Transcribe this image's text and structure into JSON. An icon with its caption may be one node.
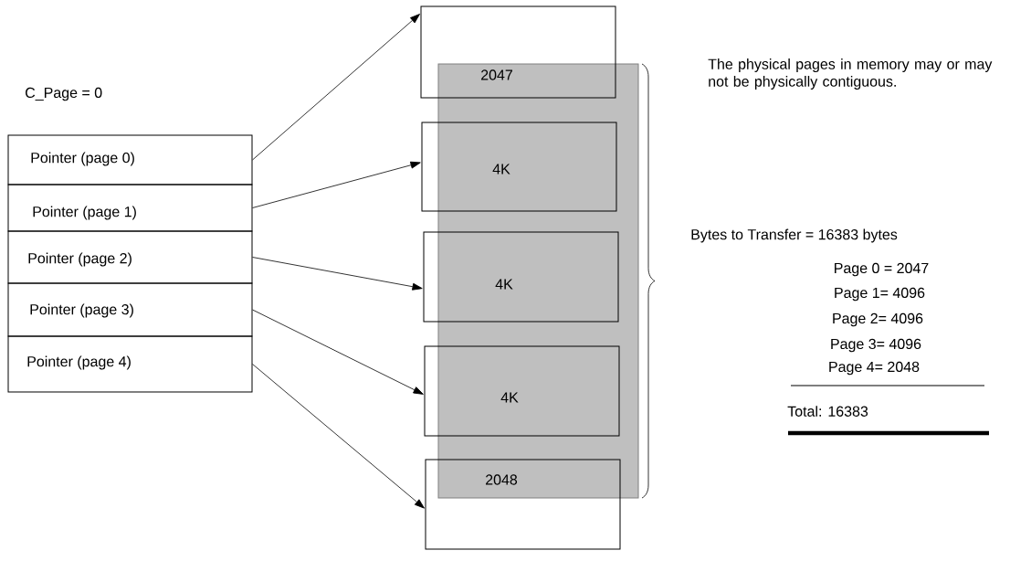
{
  "diagram": {
    "nodes": [
      {
        "text": [
          "Pointer (page 0)"
        ]
      },
      {
        "text": [
          "Pointer (page 1)"
        ]
      },
      {
        "text": [
          "Pointer (page 2)"
        ]
      },
      {
        "text": [
          "Pointer (page 3)"
        ]
      },
      {
        "text": [
          "Pointer (page 4)"
        ]
      },
      {
        "text": [
          "2047"
        ]
      },
      {
        "text": [
          "4K"
        ]
      },
      {
        "text": [
          "4K"
        ]
      },
      {
        "text": [
          "4K"
        ]
      },
      {
        "text": [
          "2048"
        ]
      }
    ],
    "edges": [
      {
        "from": 0,
        "to": 5,
        "arrow": "to"
      },
      {
        "from": 1,
        "to": 6,
        "arrow": "to"
      },
      {
        "from": 2,
        "to": 7,
        "arrow": "to"
      },
      {
        "from": 3,
        "to": 8,
        "arrow": "to"
      },
      {
        "from": 4,
        "to": 9,
        "arrow": "to"
      }
    ],
    "labels": [
      "C_Page = 0",
      "The physical pages in memory may or may not be physically contiguous.",
      "Bytes to Transfer = 16383 bytes",
      "Page 0 = 2047",
      "Page 1= 4096",
      "Page 2= 4096",
      "Page 3= 4096",
      "Page 4= 2048",
      "Total: 16383"
    ]
  }
}
